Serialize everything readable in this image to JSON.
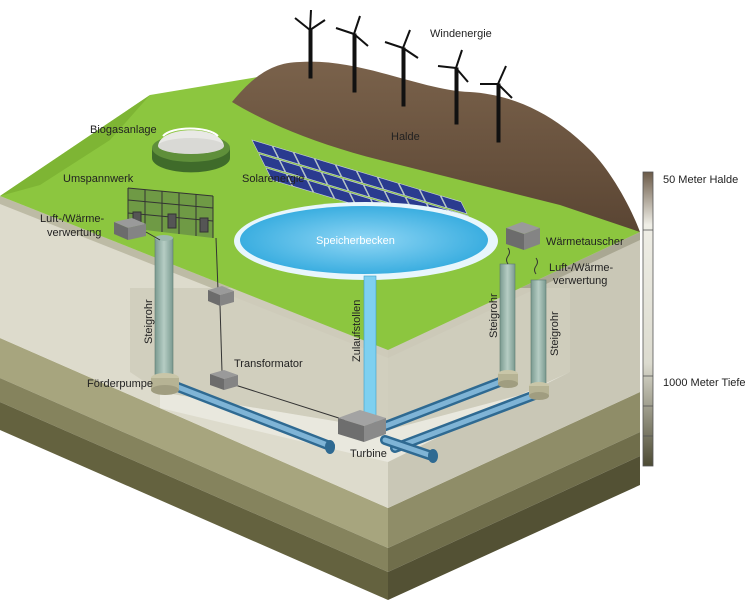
{
  "labels": {
    "windenergie": "Windenergie",
    "biogasanlage": "Biogasanlage",
    "halde": "Halde",
    "umspannwerk": "Umspannwerk",
    "solarenergie": "Solarenergie",
    "luft_waerme_left_1": "Luft-/Wärme-",
    "luft_waerme_left_2": "verwertung",
    "speicherbecken": "Speicherbecken",
    "waermetauscher": "Wärmetauscher",
    "luft_waerme_right_1": "Luft-/Wärme-",
    "luft_waerme_right_2": "verwertung",
    "steigrohr_left": "Steigrohr",
    "zulaufstollen": "Zulaufstollen",
    "steigrohr_right_a": "Steigrohr",
    "steigrohr_right_b": "Steigrohr",
    "transformator": "Transformator",
    "foerderpumpe": "Förderpumpe",
    "turbine": "Turbine"
  },
  "scale": {
    "top_label": "50 Meter Halde",
    "bottom_label": "1000 Meter Tiefe"
  },
  "colors": {
    "grass": "#8cc63f",
    "halde": "#6b5440",
    "water": "#29abe2",
    "rock_face": "#d8d6c8",
    "soil_dark": "#5c5a3e",
    "pipe": "#4a7fa3"
  }
}
